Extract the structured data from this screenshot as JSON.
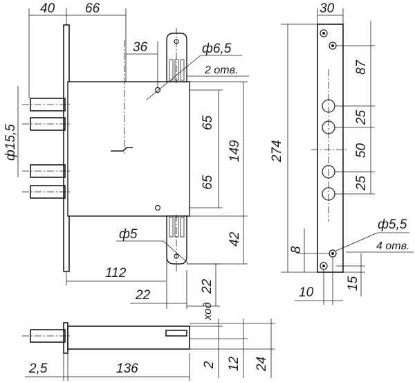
{
  "dims": {
    "d40": "40",
    "d66": "66",
    "d36": "36",
    "d30": "30",
    "d87": "87",
    "d65a": "65",
    "d65b": "65",
    "d149": "149",
    "d274": "274",
    "d25a": "25",
    "d50": "50",
    "d25b": "25",
    "d112": "112",
    "d22a": "22",
    "d22b": "22",
    "d42": "42",
    "d8": "8",
    "d10": "10",
    "d15": "15",
    "d2_5": "2,5",
    "d136": "136",
    "d2": "2",
    "d12": "12",
    "d24": "24"
  },
  "notes": {
    "phi6_5": "ф6,5",
    "holes2": "2 отв.",
    "phi15_5": "ф15,5",
    "phi5": "ф5",
    "phi5_5": "ф5,5",
    "holes4": "4 отв.",
    "stroke": "ход"
  }
}
